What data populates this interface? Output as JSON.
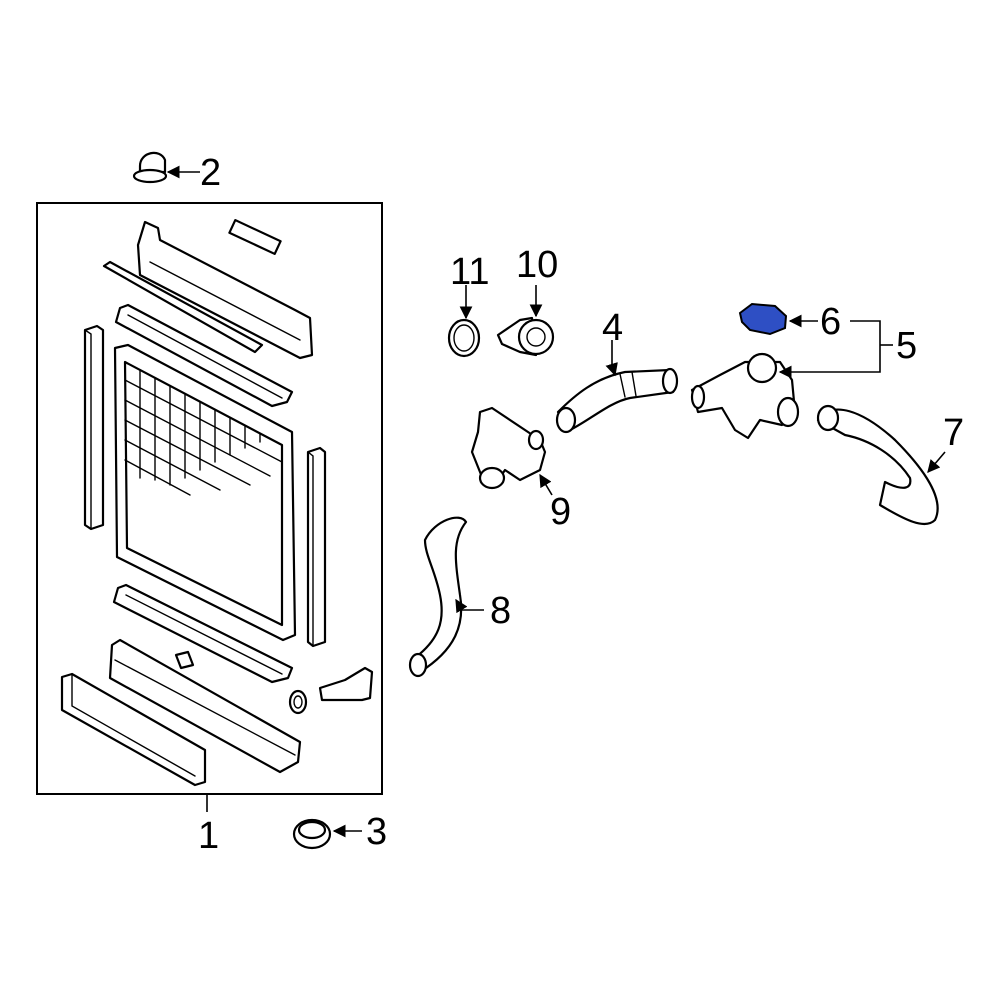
{
  "diagram": {
    "highlight_color": "#2e4fc4",
    "callouts": [
      {
        "id": "c1",
        "label": "1"
      },
      {
        "id": "c2",
        "label": "2"
      },
      {
        "id": "c3",
        "label": "3"
      },
      {
        "id": "c4",
        "label": "4"
      },
      {
        "id": "c5",
        "label": "5"
      },
      {
        "id": "c6",
        "label": "6"
      },
      {
        "id": "c7",
        "label": "7"
      },
      {
        "id": "c8",
        "label": "8"
      },
      {
        "id": "c9",
        "label": "9"
      },
      {
        "id": "c10",
        "label": "10"
      },
      {
        "id": "c11",
        "label": "11"
      }
    ],
    "highlighted_part": "6"
  }
}
